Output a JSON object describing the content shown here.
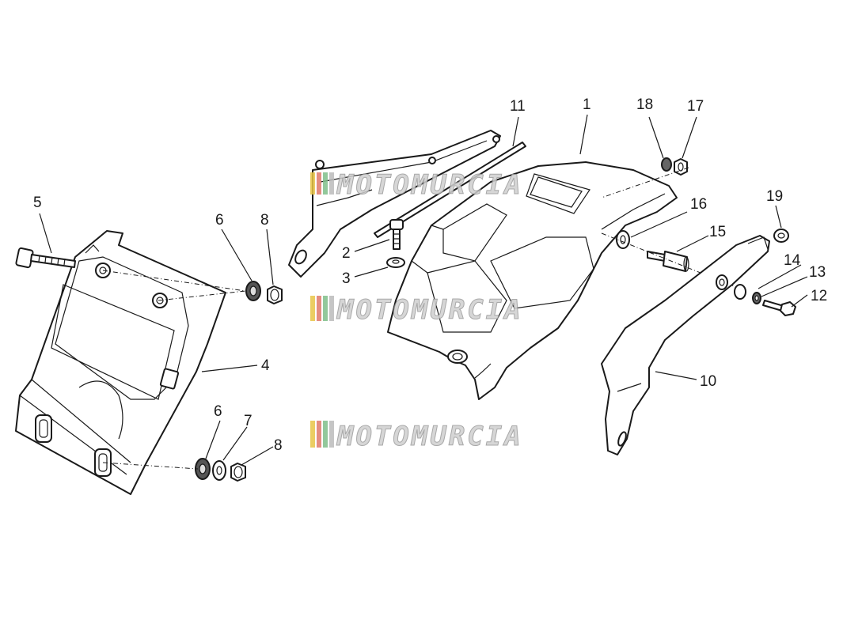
{
  "diagram": {
    "callouts": [
      {
        "id": "c1",
        "label": "1"
      },
      {
        "id": "c2",
        "label": "2"
      },
      {
        "id": "c3",
        "label": "3"
      },
      {
        "id": "c4",
        "label": "4"
      },
      {
        "id": "c5",
        "label": "5"
      },
      {
        "id": "c6a",
        "label": "6"
      },
      {
        "id": "c6b",
        "label": "6"
      },
      {
        "id": "c7",
        "label": "7"
      },
      {
        "id": "c8a",
        "label": "8"
      },
      {
        "id": "c8b",
        "label": "8"
      },
      {
        "id": "c10",
        "label": "10"
      },
      {
        "id": "c11",
        "label": "11"
      },
      {
        "id": "c12",
        "label": "12"
      },
      {
        "id": "c13",
        "label": "13"
      },
      {
        "id": "c14",
        "label": "14"
      },
      {
        "id": "c15",
        "label": "15"
      },
      {
        "id": "c16",
        "label": "16"
      },
      {
        "id": "c17",
        "label": "17"
      },
      {
        "id": "c18",
        "label": "18"
      },
      {
        "id": "c19",
        "label": "19"
      }
    ],
    "watermark": {
      "text": "MOTOMURCIA",
      "stripe_colors": [
        "#e8c547",
        "#e07a6a",
        "#7fbf8a"
      ]
    }
  }
}
